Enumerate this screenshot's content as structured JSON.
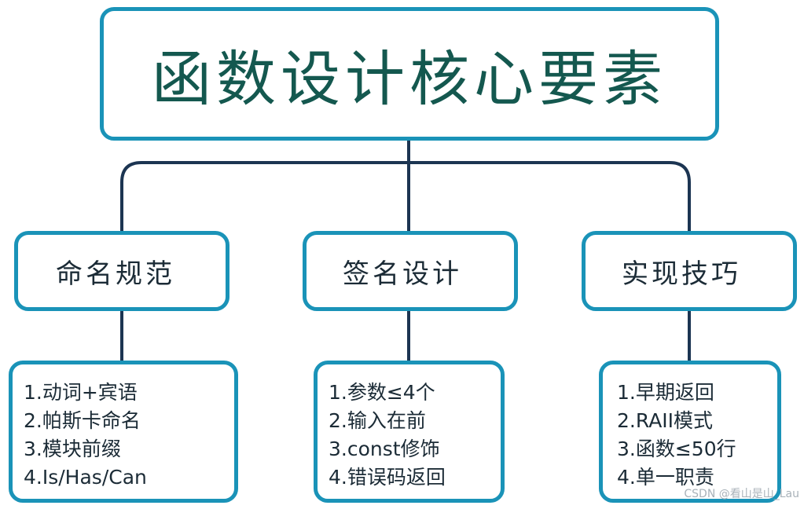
{
  "title": "函数设计核心要素",
  "categories": [
    {
      "label": "命名规范",
      "items": [
        "1.动词+宾语",
        "2.帕斯卡命名",
        "3.模块前缀",
        "4.Is/Has/Can"
      ]
    },
    {
      "label": "签名设计",
      "items": [
        "1.参数≤4个",
        "2.输入在前",
        "3.const修饰",
        "4.错误码返回"
      ]
    },
    {
      "label": "实现技巧",
      "items": [
        "1.早期返回",
        "2.RAII模式",
        "3.函数≤50行",
        "4.单一职责"
      ]
    }
  ],
  "watermark": "CSDN @看山是山_Lau",
  "colors": {
    "box_border": "#1a93b8",
    "connector": "#1c3552",
    "title_text": "#14584f"
  }
}
